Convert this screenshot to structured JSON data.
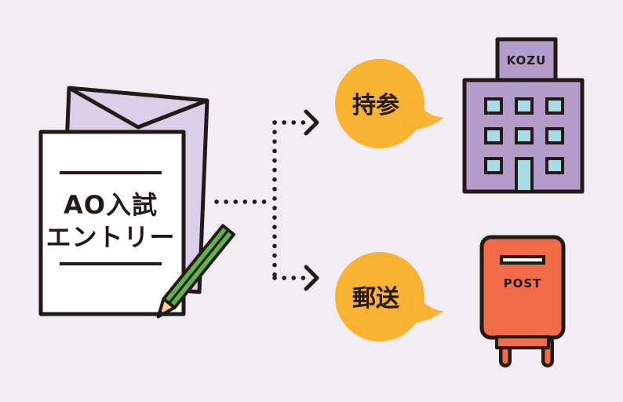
{
  "document": {
    "line1": "AO入試",
    "line2": "エントリー"
  },
  "options": [
    {
      "label": "持参"
    },
    {
      "label": "郵送"
    }
  ],
  "building": {
    "sign": "KOZU"
  },
  "postbox": {
    "label": "POST"
  },
  "colors": {
    "background": "#f2ecf4",
    "outline": "#231916",
    "envelope": "#dccde8",
    "paper": "#ffffff",
    "bubble": "#f8b332",
    "building": "#b39cc9",
    "window": "#a8dde8",
    "postbox": "#f26b47",
    "pencil": "#5fb34a"
  }
}
